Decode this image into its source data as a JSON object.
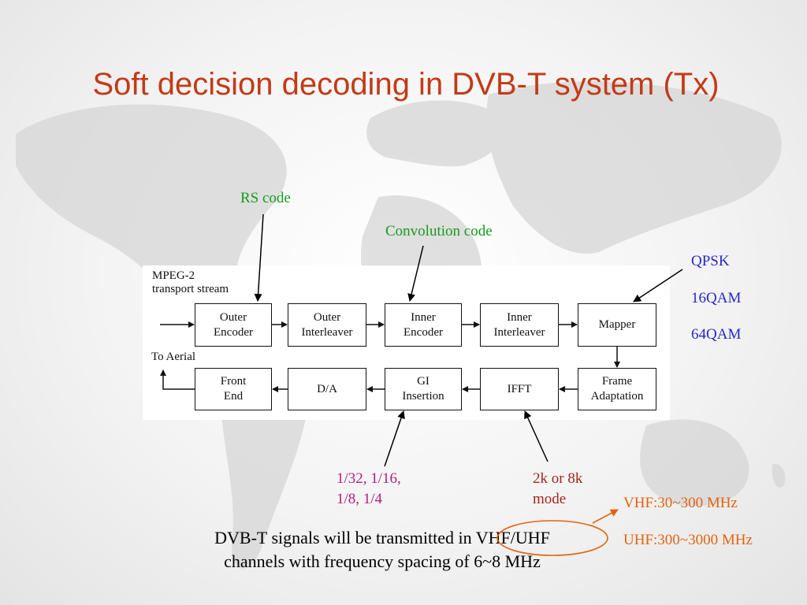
{
  "slide": {
    "title": "Soft decision decoding in DVB-T system (Tx)"
  },
  "diagram": {
    "input_label": "MPEG-2\ntransport stream",
    "output_label": "To Aerial",
    "blocks_row1": [
      "Outer\nEncoder",
      "Outer\nInterleaver",
      "Inner\nEncoder",
      "Inner\nInterleaver",
      "Mapper"
    ],
    "blocks_row2": [
      "Front\nEnd",
      "D/A",
      "GI\nInsertion",
      "IFFT",
      "Frame\nAdaptation"
    ]
  },
  "annotations": {
    "rs_code": "RS code",
    "convolution_code": "Convolution code",
    "modulation": [
      "QPSK",
      "16QAM",
      "64QAM"
    ],
    "guard_intervals": "1/32, 1/16,\n1/8, 1/4",
    "fft_mode": "2k or 8k\nmode",
    "vhf": "VHF:30~300 MHz",
    "uhf": "UHF:300~3000 MHz"
  },
  "caption": "DVB-T signals will be transmitted in VHF/UHF\nchannels with frequency spacing of 6~8 MHz",
  "colors": {
    "title": "#c23b16",
    "green_annotation": "#169b1e",
    "blue_annotation": "#2828c8",
    "magenta_annotation": "#b0207e",
    "darkred_annotation": "#a2261e",
    "orange_annotation": "#e4630e"
  }
}
